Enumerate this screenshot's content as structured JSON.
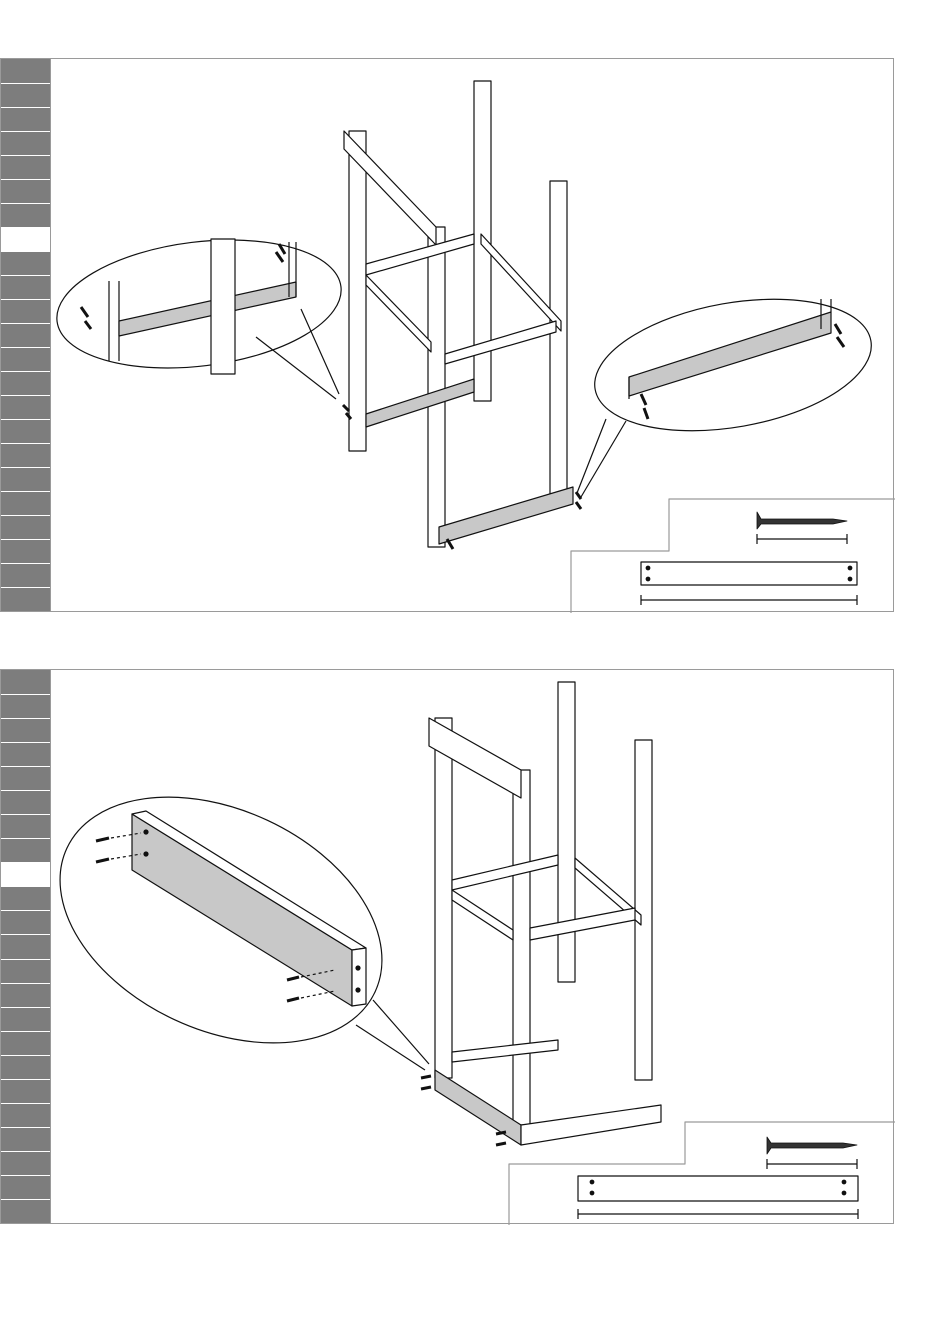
{
  "steps": [
    {
      "active_tab_index": 7,
      "tab_count": 23
    },
    {
      "active_tab_index": 8,
      "tab_count": 23
    }
  ],
  "colors": {
    "tab_gray": "#7d7d7d",
    "board_fill": "#c8c8c8",
    "line": "#111111",
    "frame": "#9a9a9a"
  },
  "parts": [
    "screw-icon",
    "board-icon"
  ]
}
